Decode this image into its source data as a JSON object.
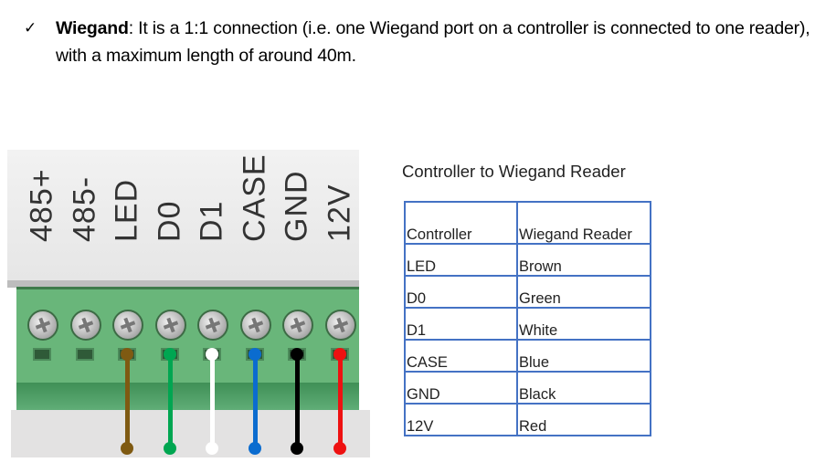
{
  "bullet": {
    "icon": "checkmark-icon",
    "glyph": "✓",
    "term": "Wiegand",
    "text": ": It is a 1:1 connection (i.e. one Wiegand port on a controller is connected to one reader), with a maximum length of around 40m."
  },
  "diagram": {
    "pin_labels": [
      "485+",
      "485-",
      "LED",
      "D0",
      "D1",
      "CASE",
      "GND",
      "12V"
    ],
    "wires": [
      {
        "pin": "LED",
        "color": "#7f5a12"
      },
      {
        "pin": "D0",
        "color": "#00a651"
      },
      {
        "pin": "D1",
        "color": "#ffffff"
      },
      {
        "pin": "CASE",
        "color": "#0b6ccf"
      },
      {
        "pin": "GND",
        "color": "#000000"
      },
      {
        "pin": "12V",
        "color": "#ee1111"
      }
    ]
  },
  "table": {
    "title": "Controller to Wiegand Reader",
    "headers": [
      "Controller",
      "Wiegand Reader"
    ],
    "rows": [
      [
        "LED",
        "Brown"
      ],
      [
        "D0",
        "Green"
      ],
      [
        "D1",
        "White"
      ],
      [
        "CASE",
        "Blue"
      ],
      [
        "GND",
        "Black"
      ],
      [
        "12V",
        "Red"
      ]
    ]
  }
}
